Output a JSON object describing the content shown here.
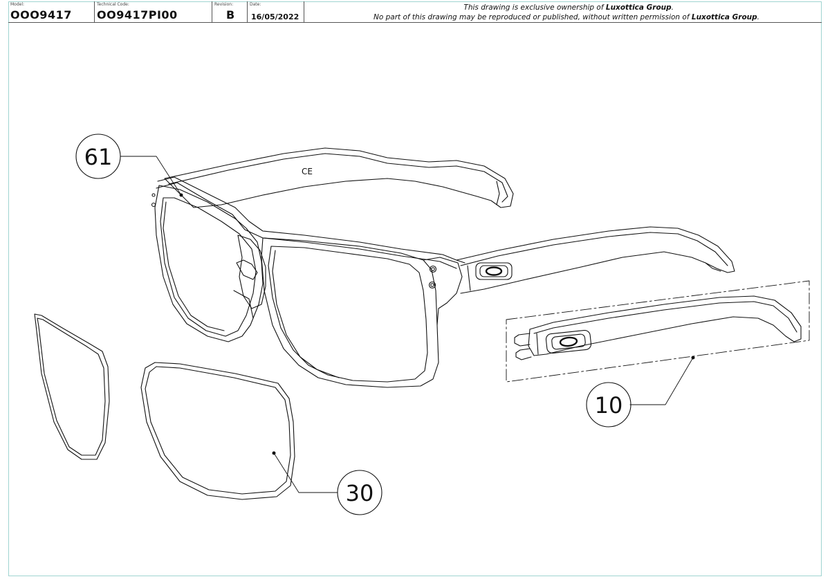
{
  "title_block": {
    "model_label": "Model:",
    "model_value": "OOO9417",
    "technical_code_label": "Technical Code:",
    "technical_code_value": "OO9417PI00",
    "revision_label": "Revision:",
    "revision_value": "B",
    "date_label": "Date:",
    "date_value": "16/05/2022",
    "notice_line1_pre": "This drawing is exclusive ownership of ",
    "notice_line1_company": "Luxottica Group",
    "notice_line1_post": ".",
    "notice_line2_pre": "No part of this drawing may be reproduced or published, without written permission of ",
    "notice_line2_company": "Luxottica Group",
    "notice_line2_post": "."
  },
  "frame_marking": "CE",
  "callouts": [
    {
      "id": "front",
      "number": "61"
    },
    {
      "id": "temple",
      "number": "10"
    },
    {
      "id": "lenses",
      "number": "30"
    }
  ],
  "colors": {
    "line": "#111111",
    "frame_border": "#9fd4d0",
    "background": "#ffffff"
  }
}
